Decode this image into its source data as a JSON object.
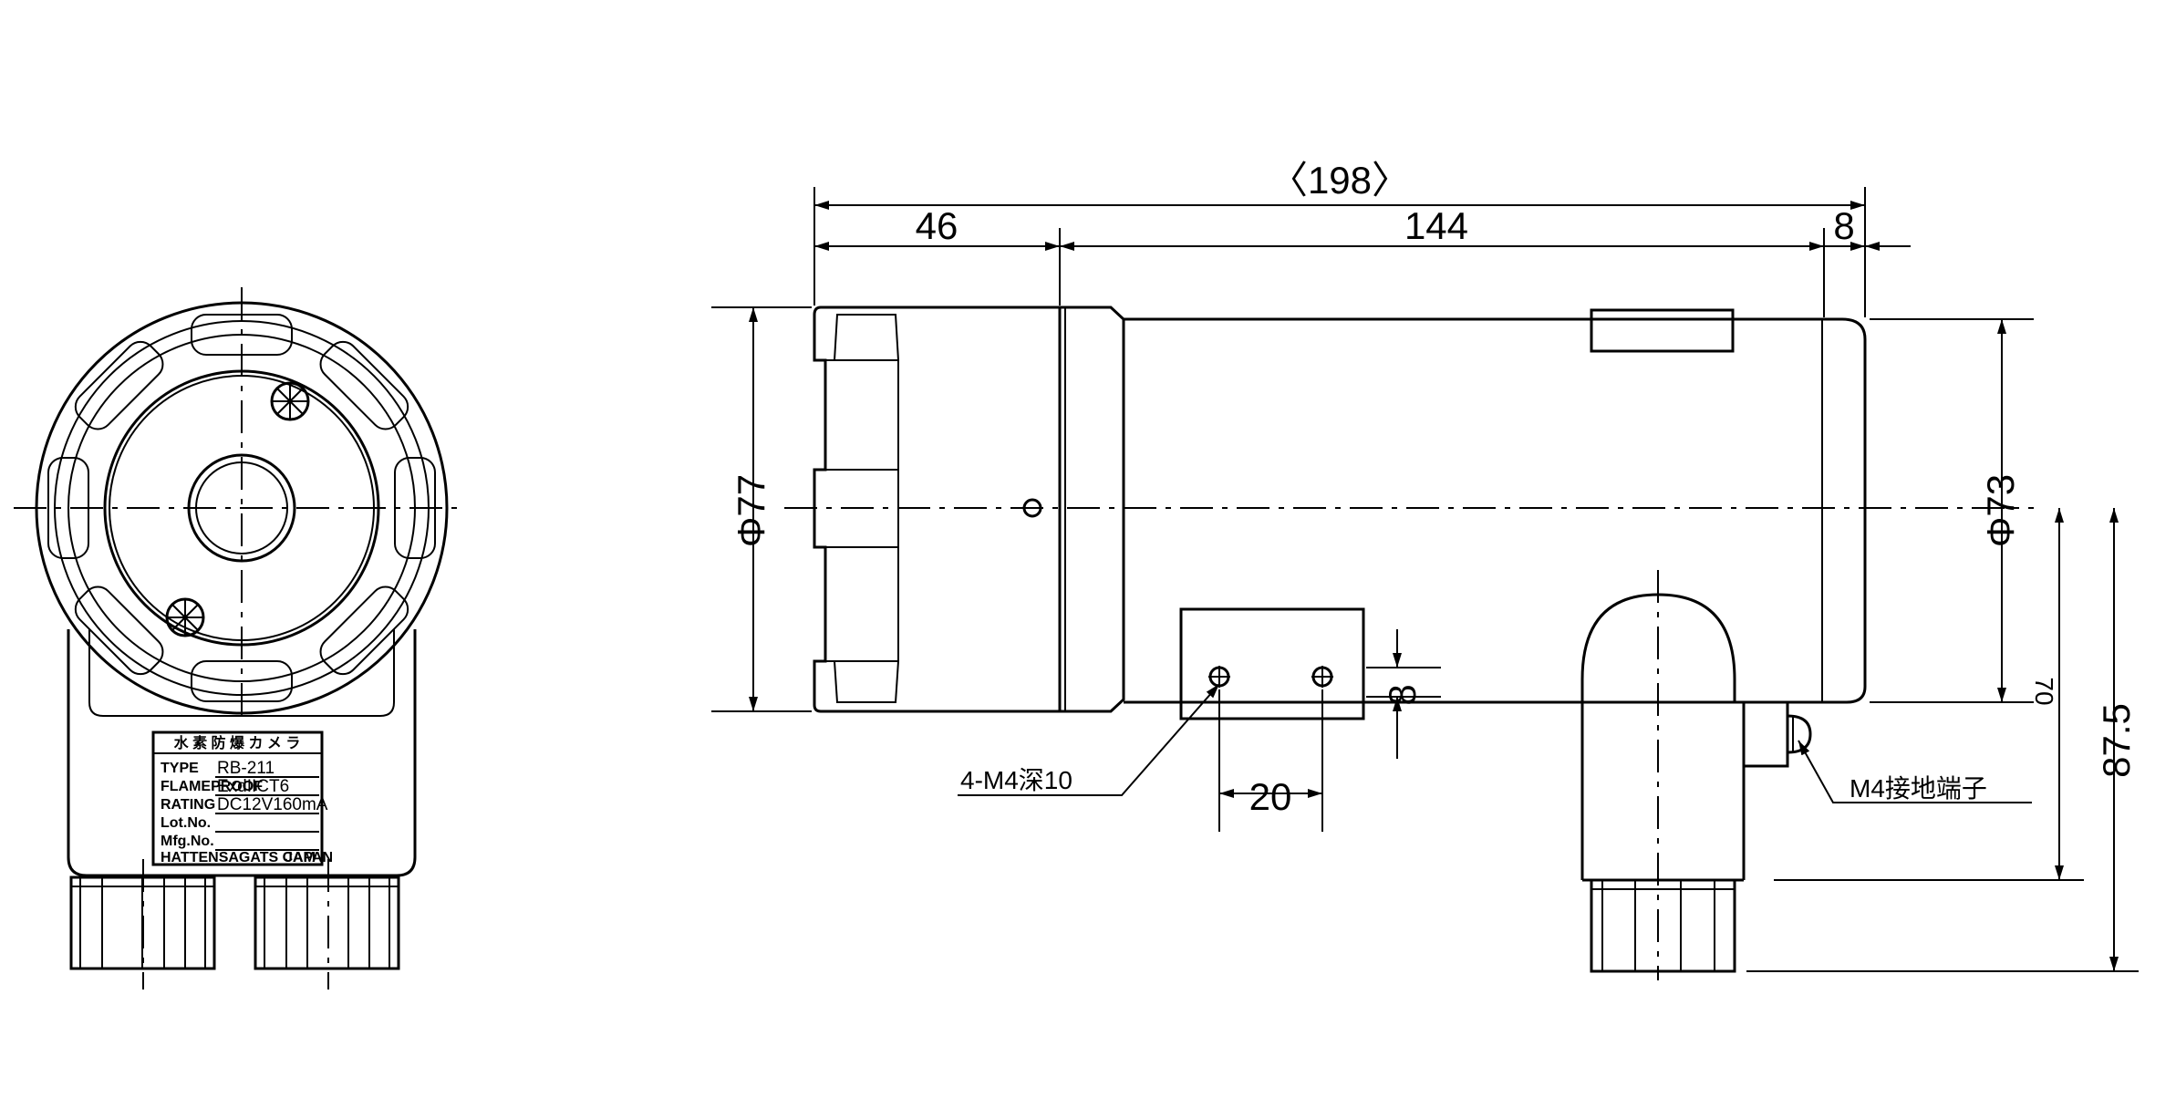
{
  "dimensions": {
    "overall": "〈198〉",
    "front": "46",
    "body": "144",
    "rear": "8",
    "dia_front": "Φ77",
    "dia_rear": "Φ73",
    "hole_pitch": "20",
    "hole_height": "8",
    "center_to_base": "70",
    "total_height": "87.5"
  },
  "callouts": {
    "mount_holes": "4-M4深10",
    "ground_terminal": "M4接地端子"
  },
  "nameplate": {
    "title": "水 素 防 爆 カ メ ラ",
    "rows": [
      {
        "label": "TYPE",
        "value": "RB-211"
      },
      {
        "label": "FLAMEPROOF",
        "value": "ExdIICT6"
      },
      {
        "label": "RATING",
        "value": "DC12V160mA"
      },
      {
        "label": "Lot.No.",
        "value": ""
      },
      {
        "label": "Mfg.No.",
        "value": ""
      }
    ],
    "maker": "HATTENSAGATS CAM",
    "origin": "JAPAN"
  }
}
